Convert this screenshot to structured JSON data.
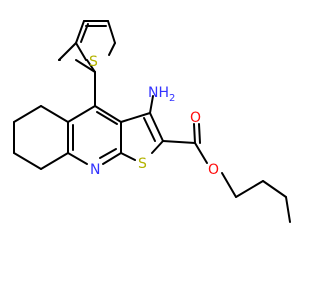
{
  "molecule": {
    "atom_labels": {
      "amino": "NH",
      "amino_subscript": "2",
      "amino_n": "N",
      "thiophene_top_s": "S",
      "fused_thiophene_s": "S",
      "pyridine_n": "N",
      "ester_carbonyl_o": "O",
      "ester_ether_o": "O"
    },
    "colors": {
      "bond": "#000000",
      "nitrogen": "#3333ff",
      "sulfur": "#b3b300",
      "oxygen": "#ff0d0d",
      "background": "#ffffff"
    }
  }
}
